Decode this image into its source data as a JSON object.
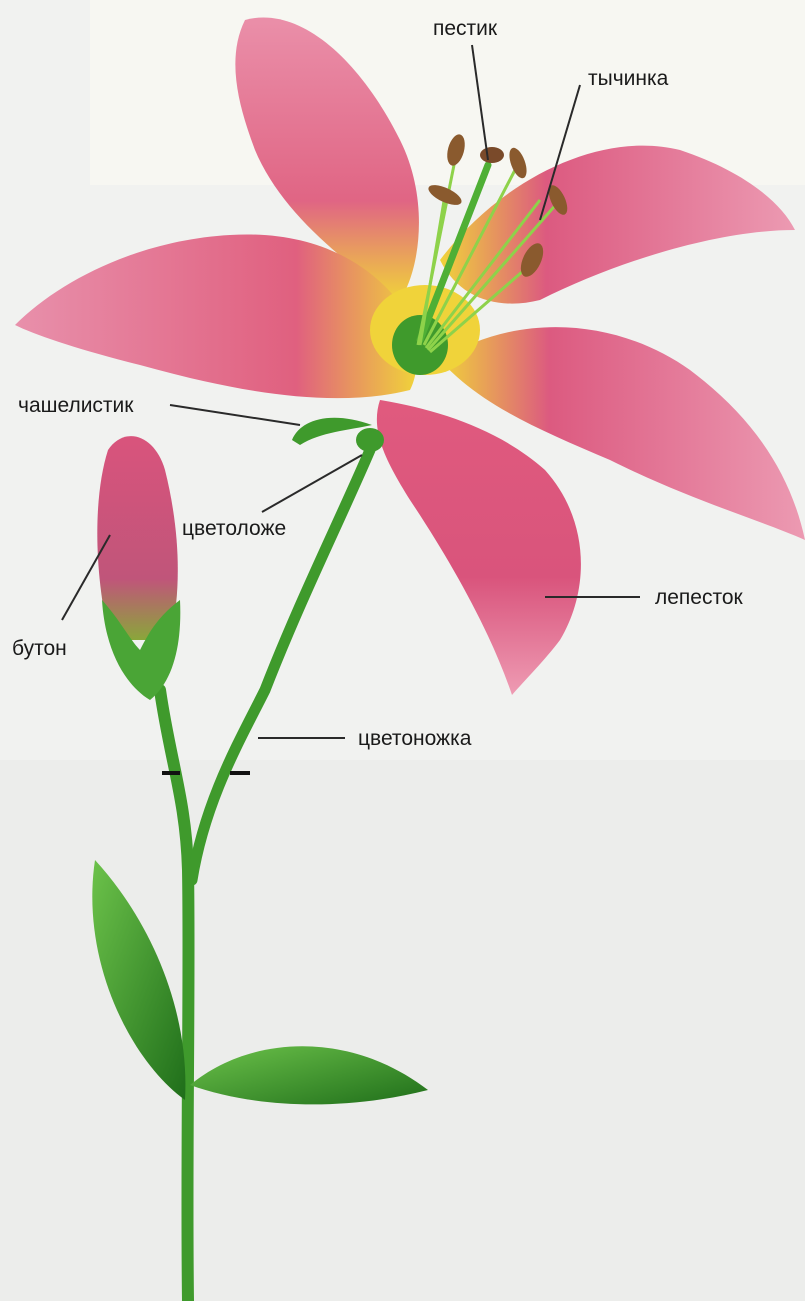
{
  "diagram": {
    "labels": {
      "pistil": "пестик",
      "stamen": "тычинка",
      "sepal": "чашелистик",
      "receptacle": "цветоложе",
      "petal": "лепесток",
      "bud": "бутон",
      "pedicel": "цветоножка"
    },
    "colors": {
      "petal": "#d9547c",
      "petal_light": "#f2a7bd",
      "petal_yellow": "#f2d22e",
      "stem": "#3f9a2c",
      "leaf": "#2f8a24",
      "anther": "#8a5a2e",
      "background": "#f1f2f0"
    }
  }
}
